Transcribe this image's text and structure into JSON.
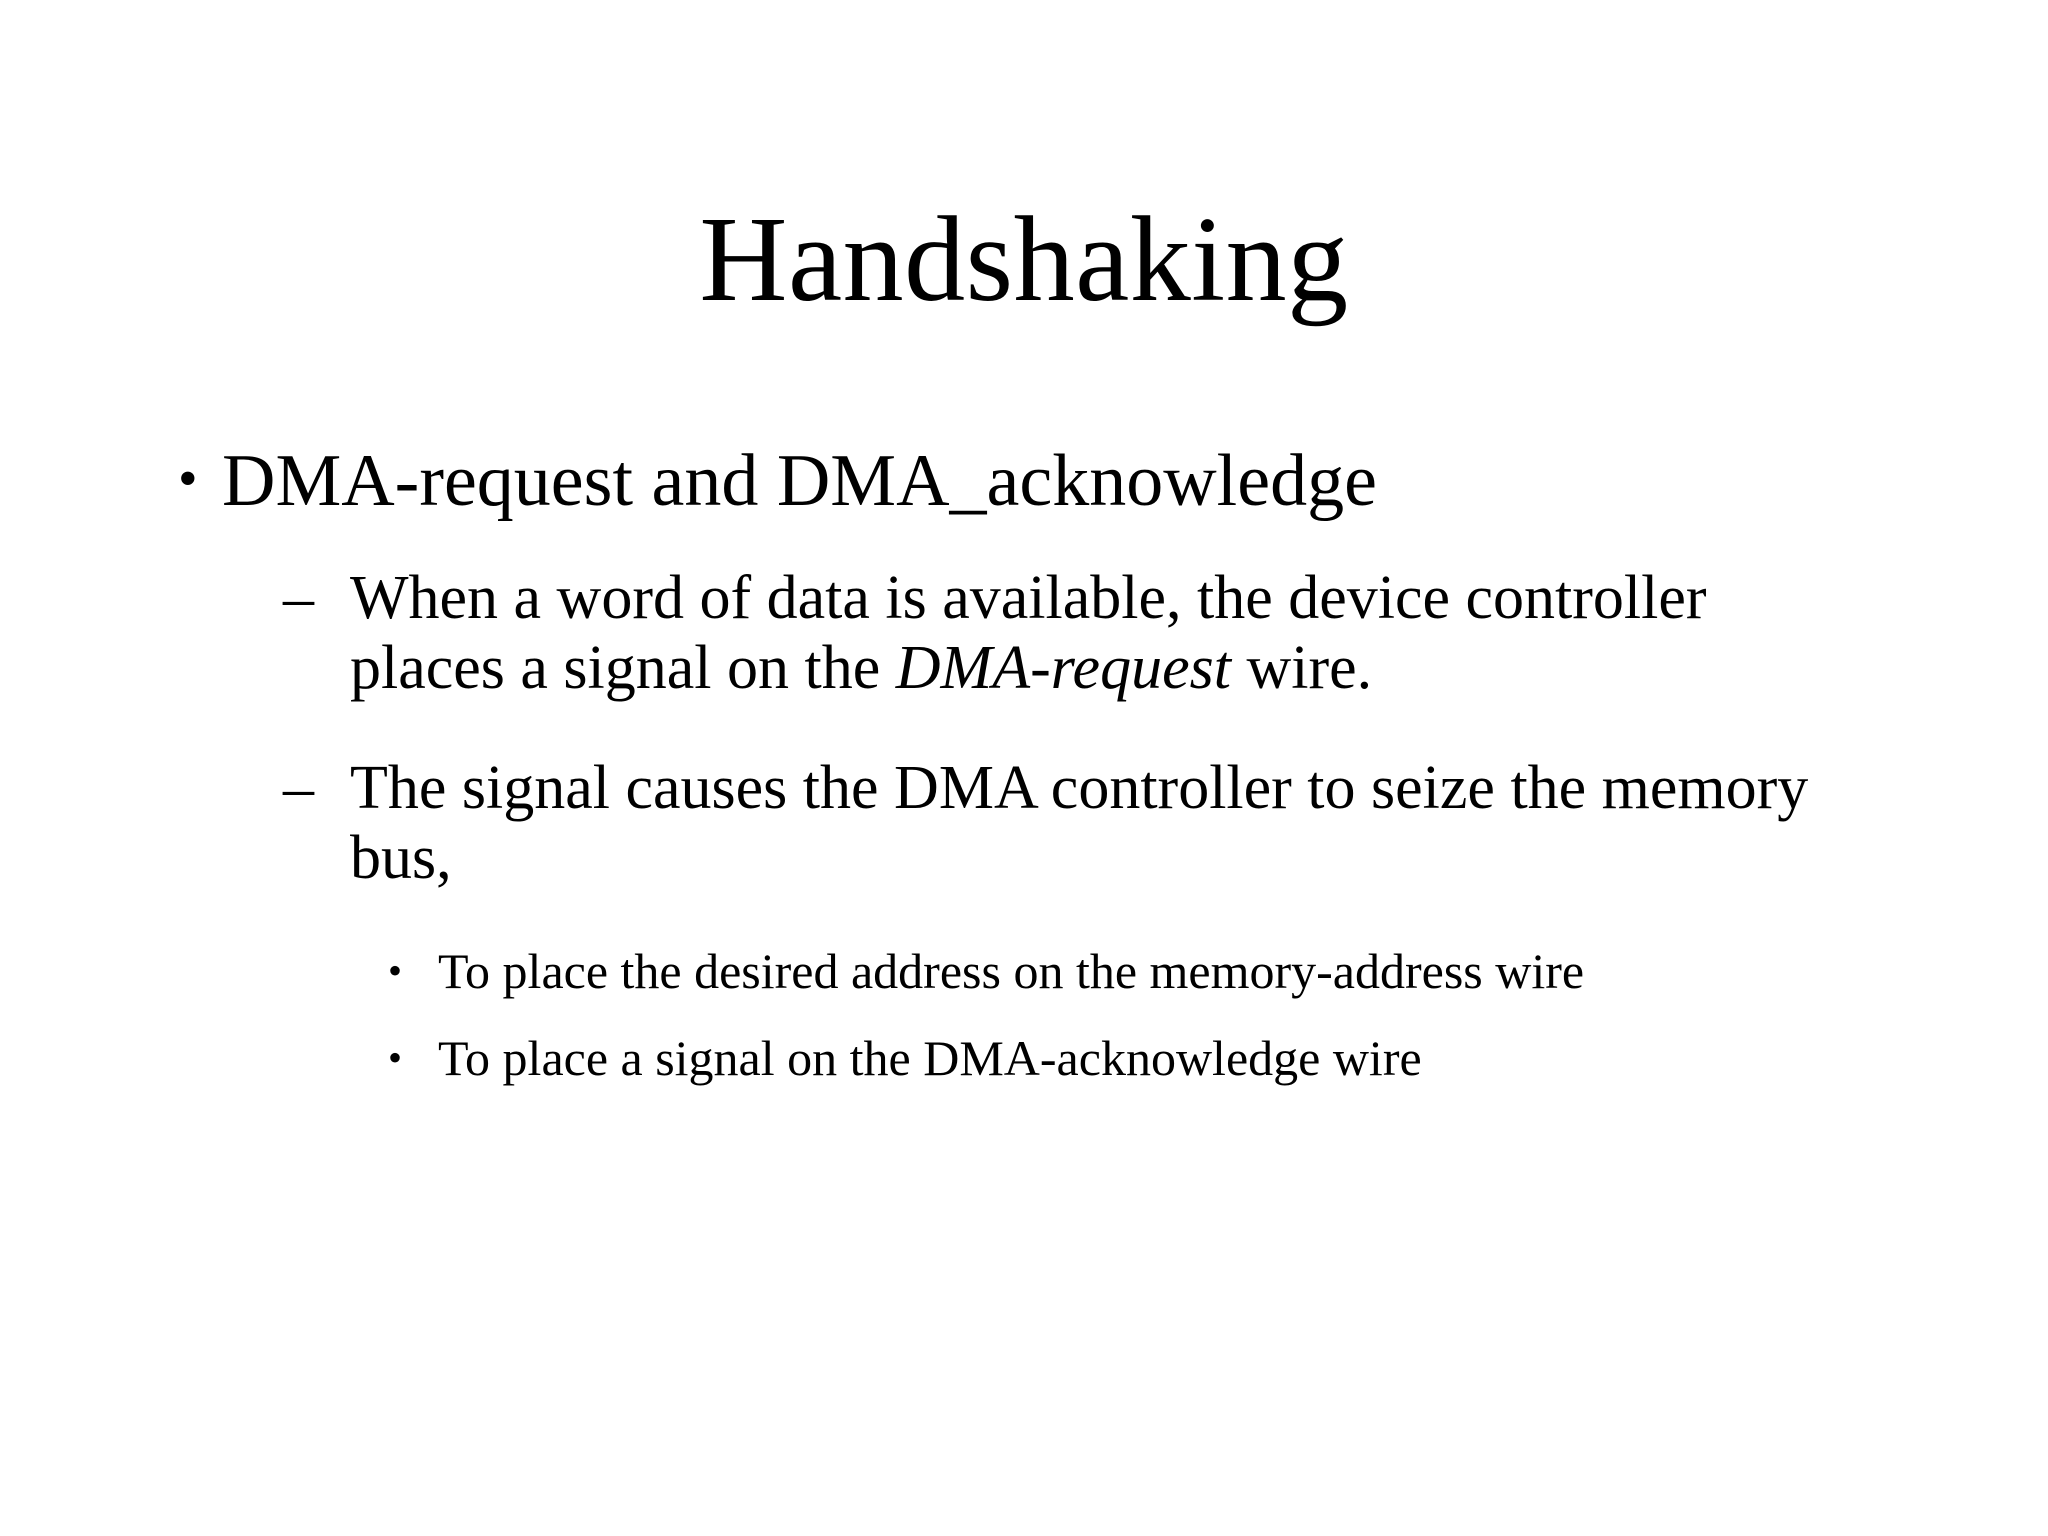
{
  "slide": {
    "title": "Handshaking",
    "background_color": "#ffffff",
    "text_color": "#000000",
    "bullets": [
      {
        "level": 1,
        "marker": "•",
        "text": "DMA-request and DMA_acknowledge"
      },
      {
        "level": 2,
        "marker": "–",
        "text_before_italic": "When a word of data is available, the device controller places a signal on the ",
        "italic_text": "DMA-request",
        "text_after_italic": " wire."
      },
      {
        "level": 2,
        "marker": "–",
        "text": "The signal causes the DMA controller to seize the memory bus,"
      },
      {
        "level": 3,
        "marker": "•",
        "text": "To place the desired address on the memory-address wire"
      },
      {
        "level": 3,
        "marker": "•",
        "text": "To place a signal on the DMA-acknowledge wire"
      }
    ]
  }
}
